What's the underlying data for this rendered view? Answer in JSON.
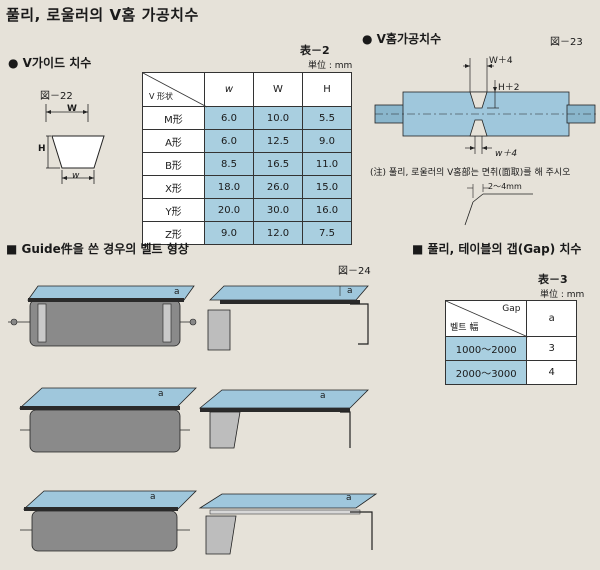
{
  "page": {
    "title": "풀리, 로울러의 V홈 가공치수"
  },
  "v_guide": {
    "heading": "● V가이드 치수",
    "figure": "図－22",
    "label_top": "W",
    "label_side": "H",
    "label_bottom": "w"
  },
  "table2": {
    "caption": "表－2",
    "unit": "単位 : mm",
    "corner_label": "V 形状",
    "columns": [
      "w",
      "W",
      "H"
    ],
    "rows": [
      {
        "name": "M形",
        "w": "6.0",
        "W": "10.0",
        "H": "5.5"
      },
      {
        "name": "A形",
        "w": "6.0",
        "W": "12.5",
        "H": "9.0"
      },
      {
        "name": "B形",
        "w": "8.5",
        "W": "16.5",
        "H": "11.0"
      },
      {
        "name": "X形",
        "w": "18.0",
        "W": "26.0",
        "H": "15.0"
      },
      {
        "name": "Y形",
        "w": "20.0",
        "W": "30.0",
        "H": "16.0"
      },
      {
        "name": "Z形",
        "w": "9.0",
        "W": "12.0",
        "H": "7.5"
      }
    ]
  },
  "v_groove": {
    "heading": "● V홈가공치수",
    "figure": "図－23",
    "label_top": "W＋4",
    "label_h": "H＋2",
    "label_bottom": "w＋4",
    "note": "(注) 풀리, 로울러의 V홈部는 면취(面取)를 해 주시오",
    "chamfer_label": "2～4mm"
  },
  "guide_shape": {
    "heading": "■ Guide件을 쓴 경우의 벨트 형상",
    "figure": "図－24",
    "dim_label": "a"
  },
  "gap_section": {
    "heading": "■ 풀리, 테이블의 갭(Gap) 치수",
    "caption": "表－3",
    "unit": "単位 : mm",
    "corner_top": "Gap",
    "corner_bottom": "벨트 幅",
    "col_header": "a",
    "rows": [
      {
        "range": "1000～2000",
        "a": "3"
      },
      {
        "range": "2000～3000",
        "a": "4"
      }
    ]
  },
  "colors": {
    "background": "#e6e2d9",
    "table_fill": "#a9cfe0",
    "belt": "#9fc7dc",
    "roller": "#8a8a8a"
  }
}
